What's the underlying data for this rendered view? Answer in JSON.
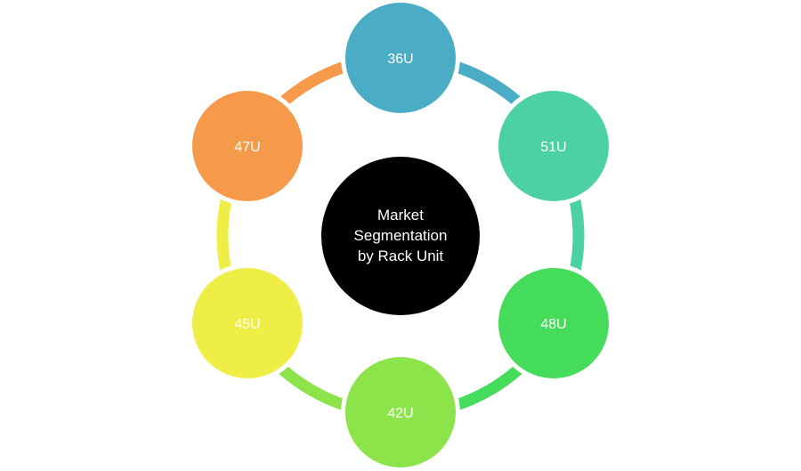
{
  "center": {
    "lines": [
      "Market",
      "Segmentation",
      "by Rack Unit"
    ],
    "color": "#000000"
  },
  "segments": [
    {
      "label": "36U",
      "color": "#4BACC6"
    },
    {
      "label": "51U",
      "color": "#4CD1A4"
    },
    {
      "label": "48U",
      "color": "#45DC5C"
    },
    {
      "label": "42U",
      "color": "#8DE34A"
    },
    {
      "label": "45U",
      "color": "#EEEE47"
    },
    {
      "label": "47U",
      "color": "#F59A4B"
    }
  ]
}
